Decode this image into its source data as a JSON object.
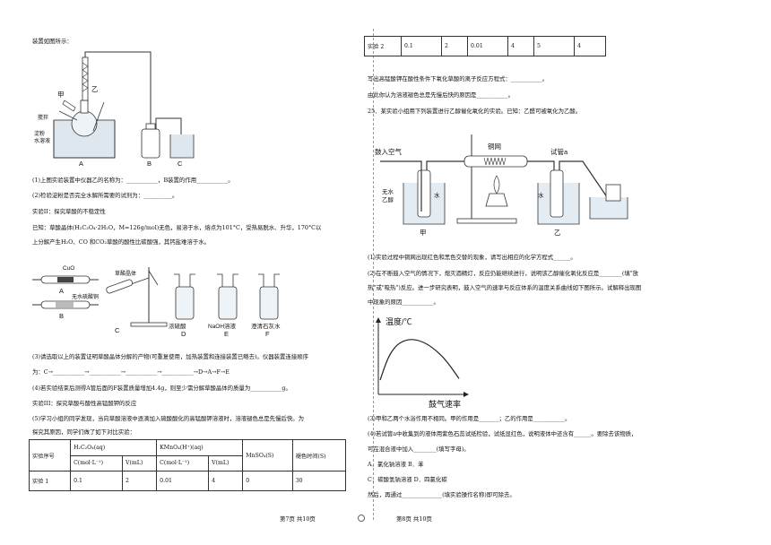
{
  "left": {
    "intro": "装置如图所示：",
    "fig1": {
      "labels": {
        "jia": "甲",
        "yi": "乙",
        "stir": "搅拌",
        "starch": "淀粉",
        "starch2": "水溶液",
        "a": "A",
        "b": "B",
        "c": "C"
      }
    },
    "q1": "(1)上图实验装置中仪器乙的名称为：___________，B装置的作用___________。",
    "q2": "(2)检验淀粉是否完全水解所需要的试剂为：__________。",
    "exp2": "实验II：探究草酸的不稳定性",
    "known_l1": "已知：草酸晶体(H₂C₂O₄·2H₂O，M=126g/mol)无色，易溶于水，熔点为101°C，受热易脱水、升华，170°C以",
    "known_l2": "上分解产生H₂O、CO 和CO₂草酸的酸性比碳酸强，其钙盐难溶于水。",
    "fig2": {
      "labels": {
        "cuo": "CuO",
        "a": "A",
        "anhyd": "无水硫酸铜",
        "b": "B",
        "crystal": "草酸晶体",
        "c": "C",
        "d_name": "浓硫酸",
        "d": "D",
        "e_name": "NaOH溶液",
        "e": "E",
        "f_name": "澄清石灰水",
        "f": "F"
      }
    },
    "q3_l1": "(3)请选取以上的装置证明草酸晶体分解的产物(可重复使用，加热装置和连接装置已略去)。仪器装置连接顺序",
    "q3_l2": "为：C→___________→___________→___________→___________→D→A→F→E",
    "q4": "(4)若实验结束后测得A管后面的F装置质量增加4.4g，则至少需分解草酸晶体的质量为___________g。",
    "exp3": "实验III：探究草酸与酸性高锰酸钾的反应",
    "q5_l1": "(5)学习小组的同学发现，当向草酸溶液中逐滴加入硫酸酸化的高锰酸钾溶液时，溶液褪色总是先慢后快。为",
    "q5_l2": "探究其原因，同学们做了如下对比实验：",
    "table": {
      "h_seq": "实验序号",
      "h_ox": "H₂C₂O₄(aq)",
      "h_kmno4": "KMnO₄(H⁺)(aq)",
      "h_mnso4": "MnSO₄(S)",
      "h_time": "褪色时间(S)",
      "h_c": "C(mol·L⁻¹)",
      "h_v": "V(mL)",
      "row1": [
        "实验 1",
        "0.1",
        "2",
        "0.01",
        "4",
        "0",
        "30"
      ]
    },
    "footer": "第7页 共10页"
  },
  "right": {
    "row2": [
      "实验 2",
      "0.1",
      "2",
      "0.01",
      "4",
      "5",
      "4"
    ],
    "ion_eq": "写出高锰酸钾在酸性条件下氧化草酸的离子反应方程式：___________。",
    "reason": "由此你认为溶液褪色总是先慢后快的原因是___________。",
    "q25": "25．某实验小组用下列装置进行乙醇催化氧化的实验。已知：乙醛可被氧化为乙酸。",
    "fig3": {
      "labels": {
        "air": "鼓入空气",
        "mesh": "铜网",
        "tube": "试管a",
        "ethanol1": "无水",
        "ethanol2": "乙醇",
        "water1": "水",
        "water2": "水",
        "jia": "甲",
        "yi": "乙"
      }
    },
    "p1": "(1)实验过程中铜网出现红色和黑色交替的现象，请写出相应的化学方程式______。",
    "p2_l1": "(2)在不断鼓入空气的情况下，熄灭酒精灯，反应仍能继续进行，说明该乙醇催化氧化反应是________(填\"放",
    "p2_l2": "热\"或\"吸热\")反应。进一步研究表明，鼓入空气的速率与反应体系的温度关系曲线如下图所示。试解释出现图",
    "p2_l3": "中现象的原因___________。",
    "chart_data": {
      "type": "line",
      "ylabel": "温度/℃",
      "xlabel": "鼓气速率",
      "x": [
        0,
        1,
        2,
        3,
        4,
        5,
        6,
        7,
        8,
        9,
        10
      ],
      "y": [
        20,
        52,
        68,
        75,
        77,
        75,
        70,
        62,
        52,
        38,
        22
      ],
      "ylim": [
        0,
        100
      ],
      "grid": false
    },
    "p3": "(3)甲和乙两个水浴作用不相同。甲的作用是_______；乙的作用是___________。",
    "p4_l1": "(4)若试管a中收集到的液体用紫色石蕊试纸检验，试纸显红色，说明液体中还含有______。要除去该物质，",
    "p4_l2": "可在混合液中加入________(填写字母)。",
    "optA": "A．氯化钠溶液 B．苯",
    "optC": "C．碳酸氢钠溶液 D．四氯化碳",
    "final": "然后，再通过______________(填实验操作名称)即可除去。",
    "footer": "第8页 共10页"
  }
}
